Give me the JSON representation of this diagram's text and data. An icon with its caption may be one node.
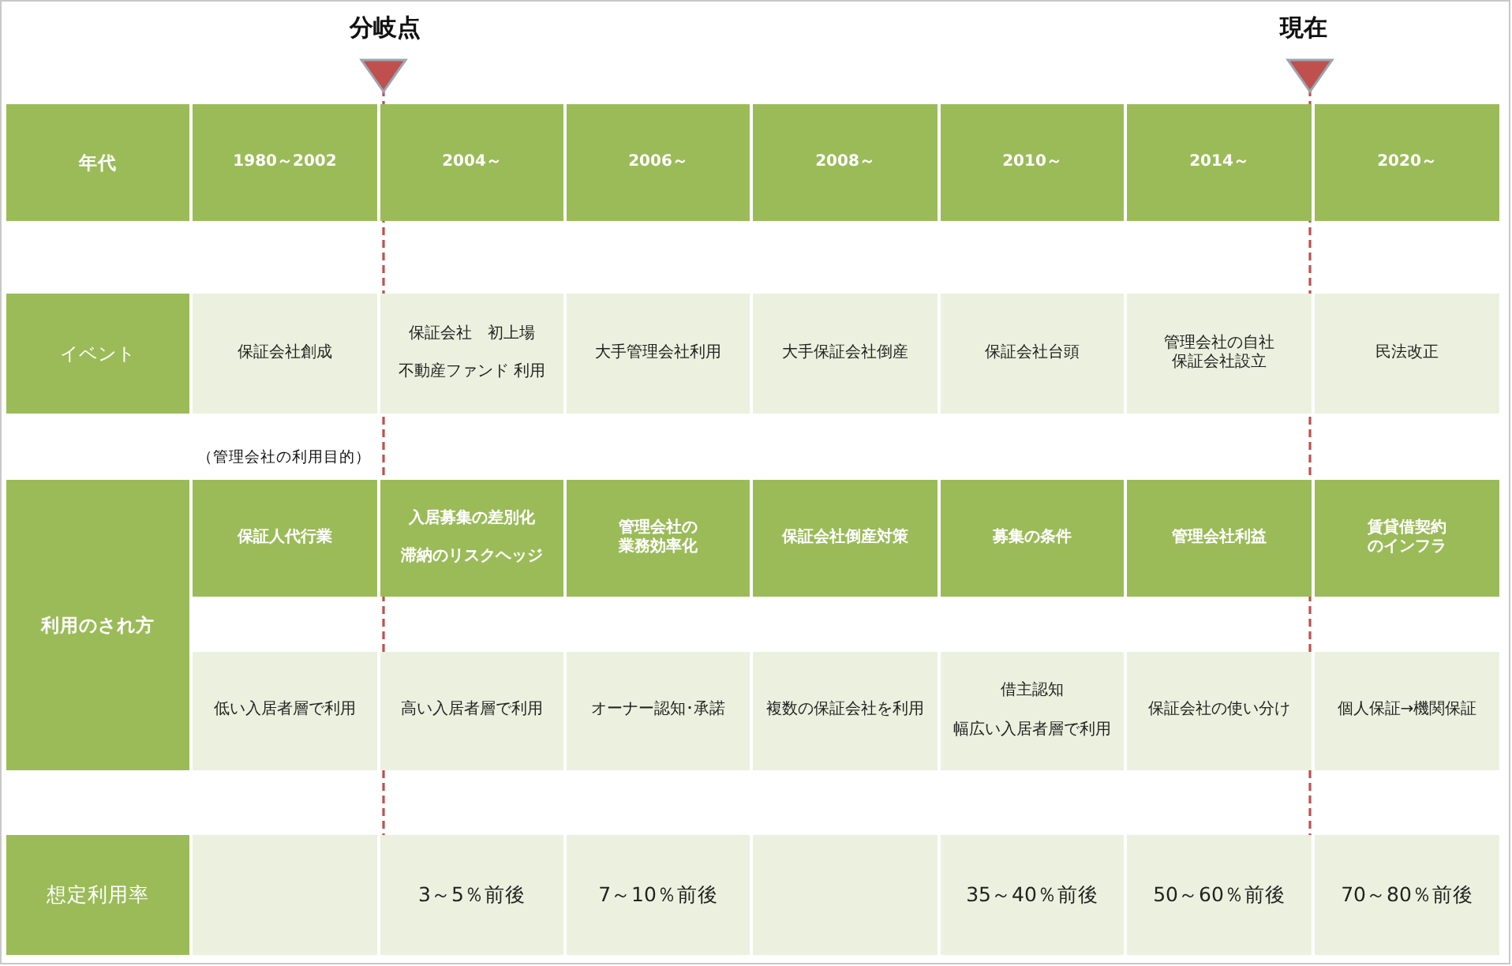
{
  "diagram": {
    "nodes": [
      {
        "text": [
          "年代"
        ]
      },
      {
        "text": [
          "1980～2002"
        ]
      },
      {
        "text": [
          "2004～"
        ]
      },
      {
        "text": [
          "2006～"
        ]
      },
      {
        "text": [
          "2008～"
        ]
      },
      {
        "text": [
          "2010～"
        ]
      },
      {
        "text": [
          "2014～"
        ]
      },
      {
        "text": [
          "2020～"
        ]
      },
      {
        "text": [
          "イベント"
        ]
      },
      {
        "text": [
          "保証会社創成"
        ]
      },
      {
        "text": [
          "保証会社　初上場",
          "不動産ファンド 利用"
        ]
      },
      {
        "text": [
          "大手管理会社利用"
        ]
      },
      {
        "text": [
          "大手保証会社倒産"
        ]
      },
      {
        "text": [
          "保証会社台頭"
        ]
      },
      {
        "text": [
          "管理会社の自社保証会社設立"
        ]
      },
      {
        "text": [
          "民法改正"
        ]
      },
      {
        "text": [
          "利用のされ方"
        ]
      },
      {
        "text": [
          "保証人代行業"
        ]
      },
      {
        "text": [
          "入居募集の差別化",
          "滞納のリスクヘッジ"
        ]
      },
      {
        "text": [
          "管理会社の業務効率化"
        ]
      },
      {
        "text": [
          "保証会社倒産対策"
        ]
      },
      {
        "text": [
          "募集の条件"
        ]
      },
      {
        "text": [
          "管理会社利益"
        ]
      },
      {
        "text": [
          "賃貸借契約のインフラ"
        ]
      },
      {
        "text": [
          "低い入居者層で利用"
        ]
      },
      {
        "text": [
          "高い入居者層で利用"
        ]
      },
      {
        "text": [
          "オーナー認知･承諾"
        ]
      },
      {
        "text": [
          "複数の保証会社を利用"
        ]
      },
      {
        "text": [
          "借主認知",
          "幅広い入居者層で利用"
        ]
      },
      {
        "text": [
          "保証会社の使い分け"
        ]
      },
      {
        "text": [
          "個人保証→機関保証"
        ]
      },
      {
        "text": [
          "想定利用率"
        ]
      },
      {
        "text": [],
        "shape": "box"
      },
      {
        "text": [
          "3～5％前後"
        ]
      },
      {
        "text": [
          "7～10％前後"
        ]
      },
      {
        "text": [],
        "shape": "box"
      },
      {
        "text": [
          "35～40％前後"
        ]
      },
      {
        "text": [
          "50～60％前後"
        ]
      },
      {
        "text": [
          "70～80％前後"
        ]
      }
    ],
    "labels": [
      "分岐点",
      "現在",
      "（管理会社の利用目的）"
    ]
  }
}
